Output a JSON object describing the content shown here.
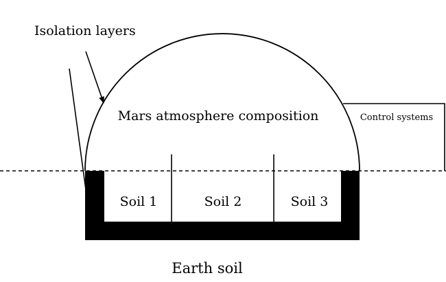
{
  "labels": {
    "isolation_layers": "Isolation layers",
    "atmosphere": "Mars atmosphere composition",
    "control_systems": "Control systems",
    "soil_1": "Soil 1",
    "soil_2": "Soil 2",
    "soil_3": "Soil 3",
    "earth_soil": "Earth soil"
  },
  "colors": {
    "ink": "#000000",
    "background": "#ffffff"
  }
}
